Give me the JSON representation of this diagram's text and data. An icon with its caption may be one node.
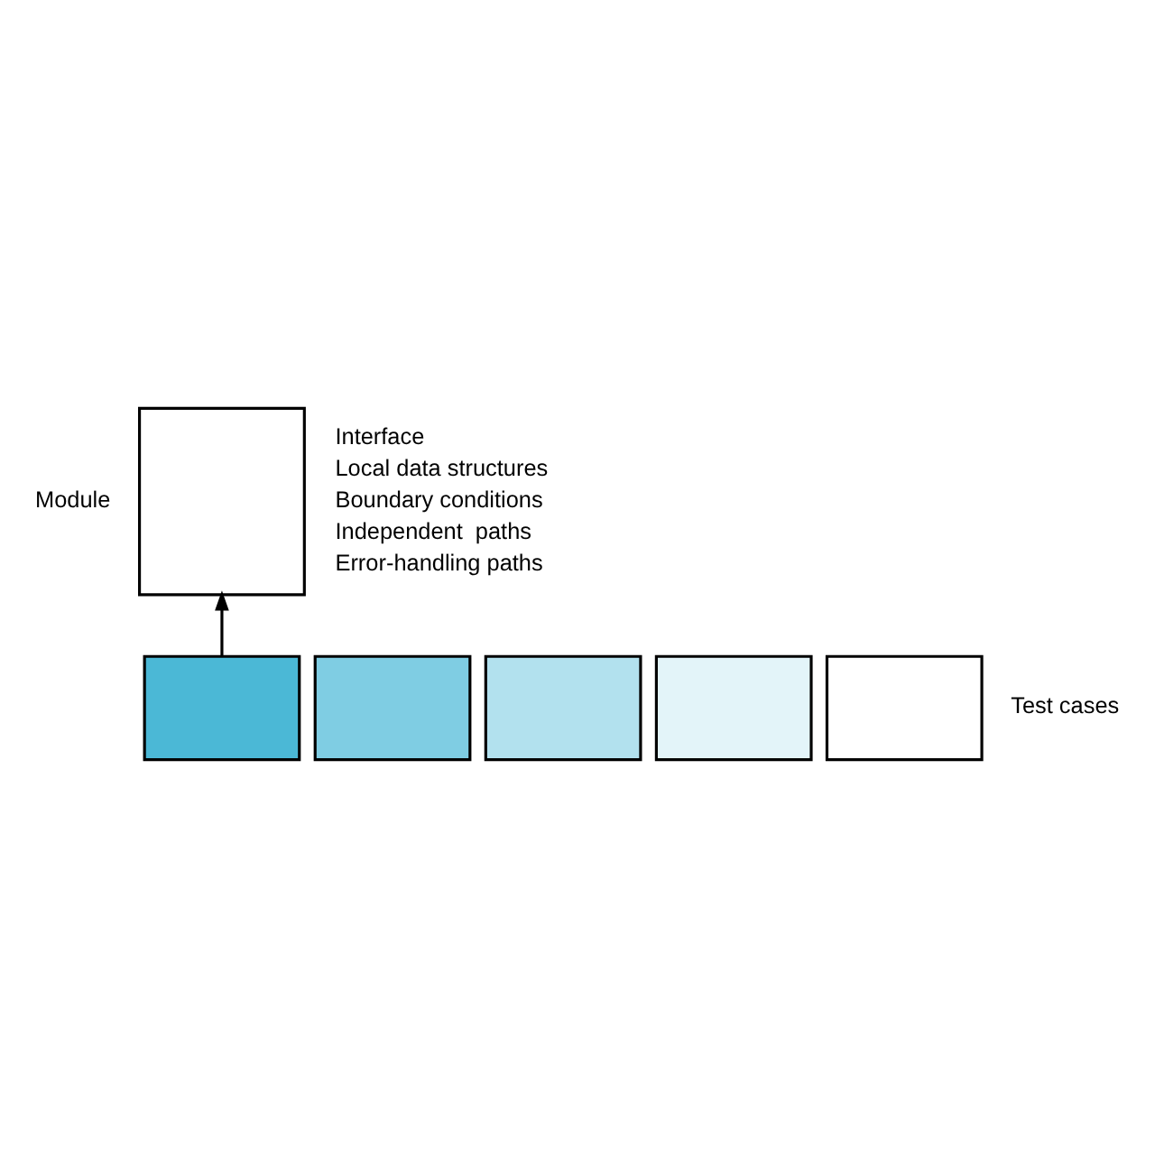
{
  "diagram": {
    "nodes": [
      {
        "text": [],
        "shape": "box"
      },
      {
        "text": [],
        "shape": "box"
      },
      {
        "text": [],
        "shape": "box"
      },
      {
        "text": [],
        "shape": "box"
      },
      {
        "text": [],
        "shape": "box"
      },
      {
        "text": [],
        "shape": "box"
      }
    ],
    "edges": [
      {
        "from": 1,
        "to": 0,
        "arrow": "to"
      }
    ],
    "labels": [
      "Module",
      "Interface",
      "Local data structures",
      "Boundary conditions",
      "Independent  paths",
      "Error-handling paths",
      "Test cases"
    ]
  }
}
